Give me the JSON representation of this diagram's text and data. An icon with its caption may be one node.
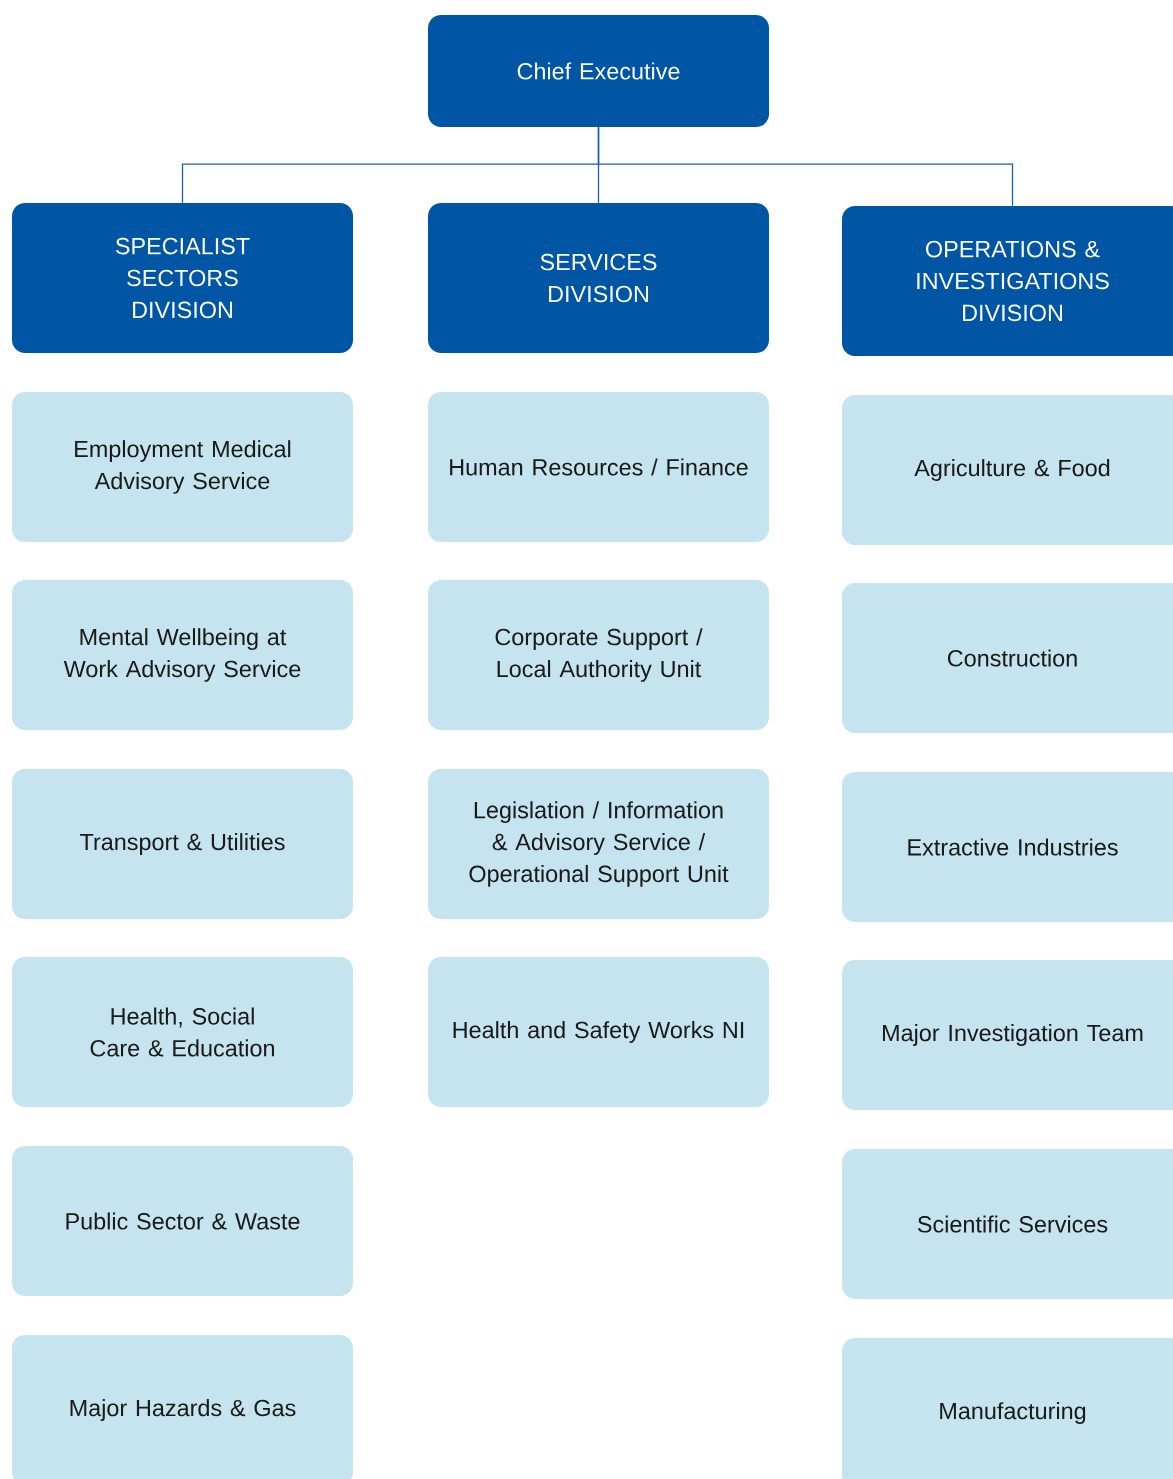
{
  "diagram": {
    "nodes": [
      {
        "text": [
          "Chief Executive"
        ]
      },
      {
        "text": [
          "SPECIALIST SECTORS DIVISION"
        ]
      },
      {
        "text": [
          "SERVICES DIVISION"
        ]
      },
      {
        "text": [
          "OPERATIONS & INVESTIGATIONS DIVISION"
        ]
      },
      {
        "text": [
          "Employment Medical Advisory Service"
        ]
      },
      {
        "text": [
          "Mental Wellbeing at Work Advisory Service"
        ]
      },
      {
        "text": [
          "Transport & Utilities"
        ]
      },
      {
        "text": [
          "Health, Social Care & Education"
        ]
      },
      {
        "text": [
          "Public Sector & Waste"
        ]
      },
      {
        "text": [
          "Major Hazards & Gas"
        ]
      },
      {
        "text": [
          "Human Resources / Finance"
        ]
      },
      {
        "text": [
          "Corporate Support / Local Authority Unit"
        ]
      },
      {
        "text": [
          "Legislation / Information & Advisory Service / Operational Support Unit"
        ]
      },
      {
        "text": [
          "Health and Safety Works NI"
        ]
      },
      {
        "text": [
          "Agriculture & Food"
        ]
      },
      {
        "text": [
          "Construction"
        ]
      },
      {
        "text": [
          "Extractive Industries"
        ]
      },
      {
        "text": [
          "Major Investigation Team"
        ]
      },
      {
        "text": [
          "Scientific Services"
        ]
      },
      {
        "text": [
          "Manufacturing"
        ]
      }
    ],
    "edges": [
      {
        "from": 0,
        "to": 1,
        "arrow": "none"
      },
      {
        "from": 0,
        "to": 2,
        "arrow": "none"
      },
      {
        "from": 0,
        "to": 3,
        "arrow": "none"
      }
    ]
  }
}
